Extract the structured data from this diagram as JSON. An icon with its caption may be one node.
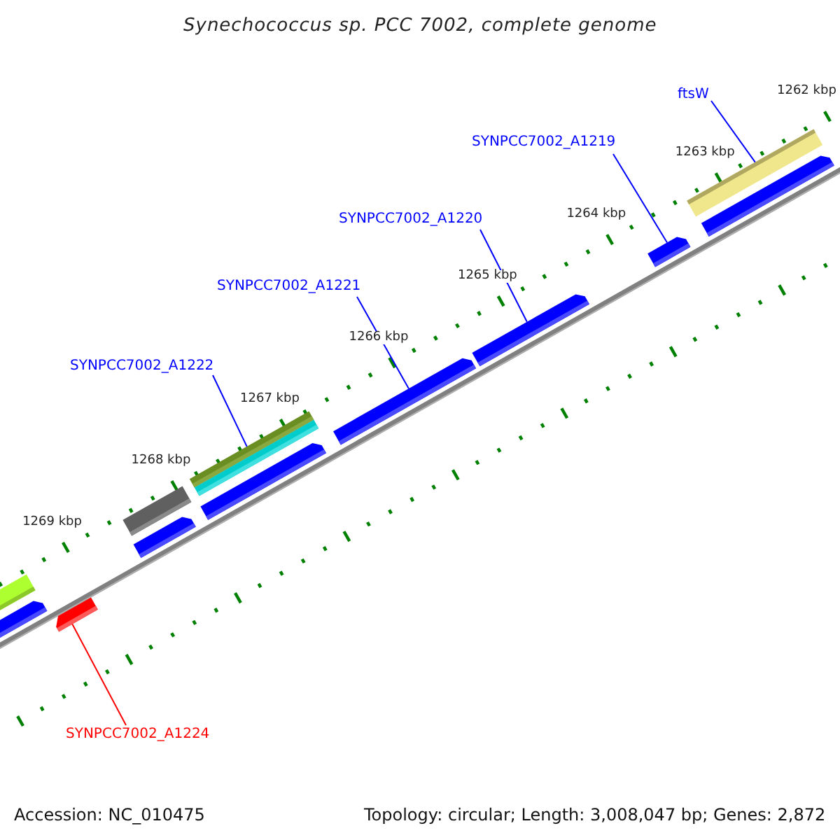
{
  "diagram": {
    "title": "Synechococcus sp. PCC 7002, complete genome",
    "nodes": [
      {
        "text": [
          "ftsW"
        ]
      },
      {
        "text": [
          "SYNPCC7002_A1219"
        ]
      },
      {
        "text": [
          "SYNPCC7002_A1220"
        ]
      },
      {
        "text": [
          "SYNPCC7002_A1221"
        ]
      },
      {
        "text": [
          "SYNPCC7002_A1222"
        ]
      },
      {
        "text": [
          "SYNPCC7002_A1224"
        ]
      },
      {
        "text": [],
        "shape": "arrow"
      },
      {
        "text": [],
        "shape": "bar"
      },
      {
        "text": [],
        "shape": "arrow"
      },
      {
        "text": [],
        "shape": "arrow"
      },
      {
        "text": [],
        "shape": "arrow"
      },
      {
        "text": [],
        "shape": "bar"
      }
    ],
    "edges": [
      {
        "from": 0,
        "to": 11,
        "arrow": "none"
      },
      {
        "from": 1,
        "to": 10,
        "arrow": "none"
      },
      {
        "from": 2,
        "to": 9,
        "arrow": "none"
      },
      {
        "from": 3,
        "to": 8,
        "arrow": "none"
      },
      {
        "from": 4,
        "to": 7,
        "arrow": "none"
      },
      {
        "from": 5,
        "to": 6,
        "arrow": "none",
        "color": "#ff0000"
      }
    ],
    "labels": [
      "1262 kbp",
      "1263 kbp",
      "1264 kbp",
      "1265 kbp",
      "1266 kbp",
      "1267 kbp",
      "1268 kbp",
      "1269 kbp",
      "Accession: NC_010475",
      "Topology: circular; Length: 3,008,047 bp; Genes: 2,872"
    ]
  }
}
